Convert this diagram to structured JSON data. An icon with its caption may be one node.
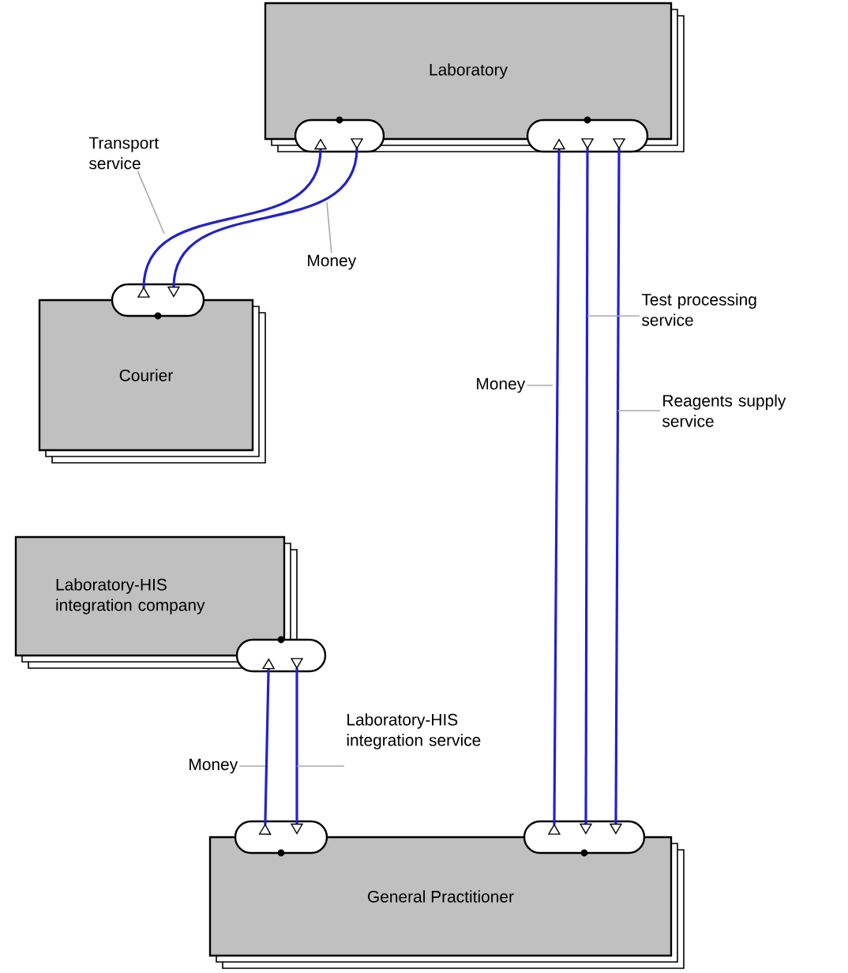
{
  "diagram": {
    "nodes": [
      {
        "text": [
          "Laboratory"
        ]
      },
      {
        "text": [],
        "shape": "box"
      },
      {
        "text": [],
        "shape": "box"
      },
      {
        "text": [
          "Courier"
        ]
      },
      {
        "text": [],
        "shape": "box"
      },
      {
        "text": [
          "Laboratory-HIS integration company"
        ]
      },
      {
        "text": [],
        "shape": "box"
      },
      {
        "text": [
          "General Practitioner"
        ]
      },
      {
        "text": [],
        "shape": "box"
      },
      {
        "text": [],
        "shape": "box"
      }
    ],
    "edges": [
      {
        "from": 4,
        "to": 1,
        "arrow": "to",
        "label": "Transport service"
      },
      {
        "from": 1,
        "to": 4,
        "arrow": "to",
        "label": "Money"
      },
      {
        "from": 9,
        "to": 2,
        "arrow": "to",
        "label": "Money"
      },
      {
        "from": 2,
        "to": 9,
        "arrow": "to",
        "label": "Test processing service"
      },
      {
        "from": 2,
        "to": 9,
        "arrow": "to",
        "label": "Reagents supply service"
      },
      {
        "from": 8,
        "to": 6,
        "arrow": "to",
        "label": "Money"
      },
      {
        "from": 6,
        "to": 8,
        "arrow": "to",
        "label": "Laboratory-HIS integration service"
      }
    ]
  }
}
